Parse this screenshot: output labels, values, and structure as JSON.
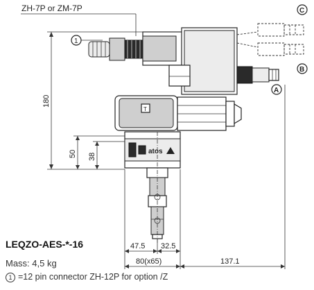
{
  "callouts": {
    "connector_top": "ZH-7P or ZM-7P",
    "marker_1": "1",
    "marker_a": "A",
    "marker_b": "B",
    "marker_c": "C",
    "logo": "atos"
  },
  "dimensions": {
    "height_total": "180",
    "height_50": "50",
    "height_38": "38",
    "width_47_5": "47.5",
    "width_32_5": "32.5",
    "width_80": "80(x65)",
    "width_137_1": "137.1"
  },
  "captions": {
    "model": "LEQZO-AES-*-16",
    "mass": "Mass: 4,5 kg",
    "note_marker": "1",
    "note": "=12 pin connector ZH-12P for option /Z"
  }
}
